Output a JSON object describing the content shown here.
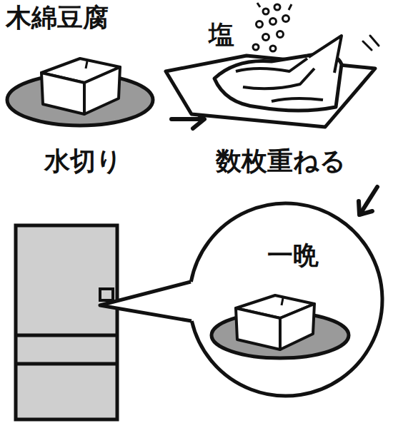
{
  "diagram": {
    "nodes": [
      {
        "text": [
          "一晩"
        ]
      }
    ],
    "edges": [],
    "labels": [
      "木綿豆腐",
      "塩",
      "水切り",
      "数枚重ねる"
    ]
  }
}
